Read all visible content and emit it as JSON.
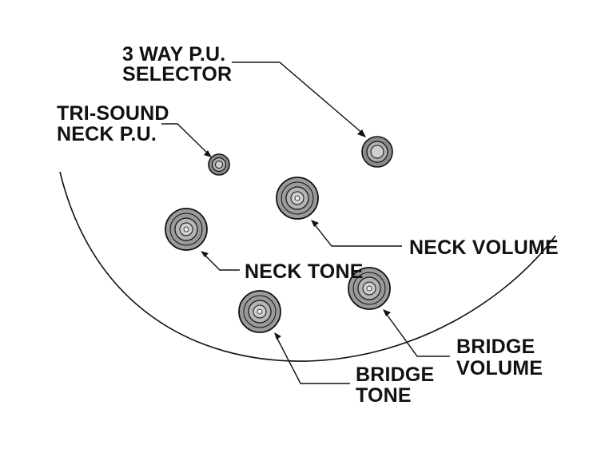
{
  "labels": {
    "selector": [
      "3 WAY P.U.",
      "SELECTOR"
    ],
    "tri_sound": [
      "TRI-SOUND",
      "NECK P.U."
    ],
    "neck_volume": [
      "NECK VOLUME"
    ],
    "neck_tone": [
      "NECK TONE"
    ],
    "bridge_volume": [
      "BRIDGE",
      "VOLUME"
    ],
    "bridge_tone": [
      "BRIDGE",
      "TONE"
    ]
  },
  "colors": {
    "knob_fill": "#9a9a9a",
    "knob_cap": "#c8c8c8",
    "line": "#111111",
    "background": "#ffffff"
  }
}
